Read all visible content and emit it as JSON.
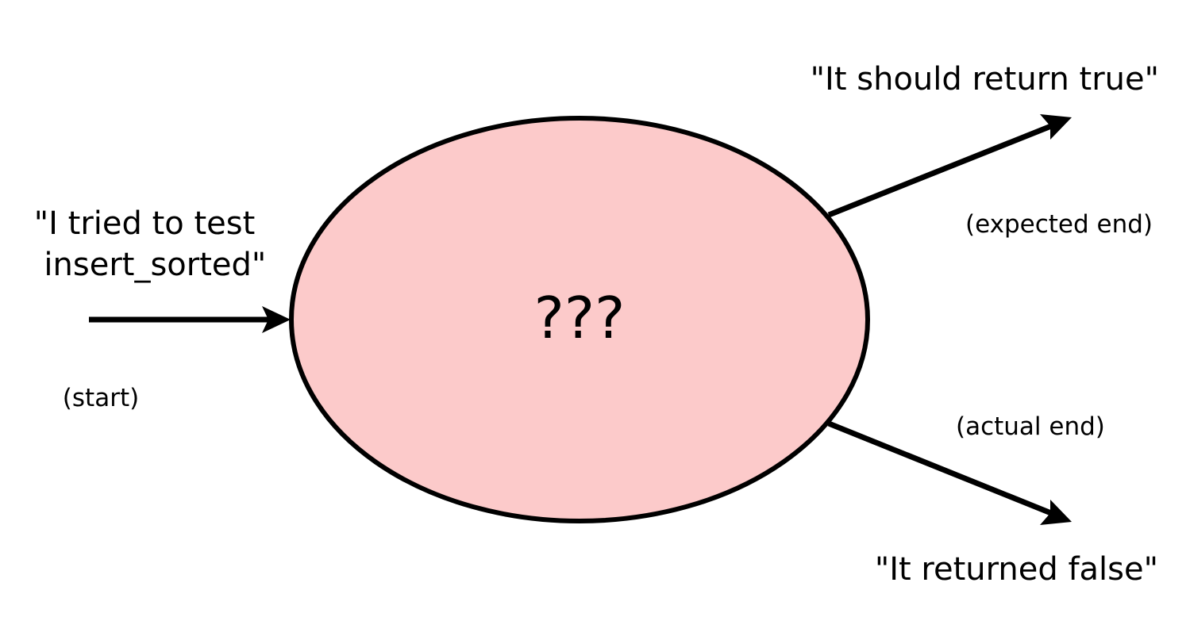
{
  "input": {
    "line1": "\"I tried to test",
    "line2": " insert_sorted\"",
    "tag": "(start)"
  },
  "process": {
    "label": "???",
    "fill_color": "#fccaca",
    "stroke_color": "#000000"
  },
  "expected": {
    "label": "\"It should return true\"",
    "tag": "(expected end)"
  },
  "actual": {
    "label": "\"It returned false\"",
    "tag": "(actual end)"
  }
}
